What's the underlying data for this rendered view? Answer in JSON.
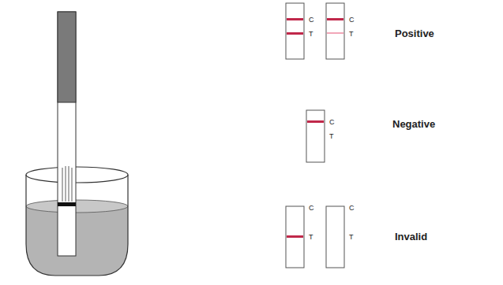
{
  "diagram": {
    "labels": [
      "C",
      "T",
      "C",
      "T",
      "Positive",
      "C",
      "T",
      "Negative",
      "C",
      "T",
      "C",
      "T",
      "Invalid"
    ]
  }
}
